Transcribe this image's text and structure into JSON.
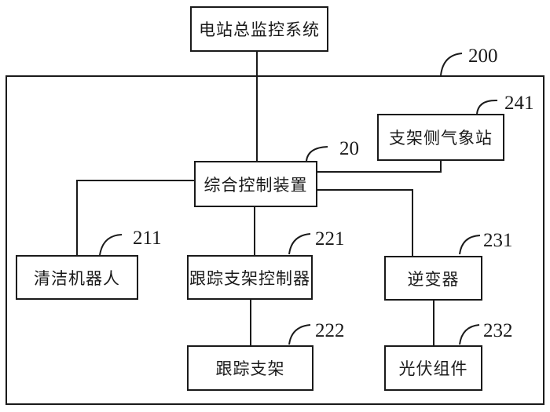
{
  "figure": {
    "type": "block-diagram",
    "description": "Photovoltaic power station monitoring system block diagram",
    "colors": {
      "line": "#1a1a1a",
      "background": "#ffffff"
    },
    "outer_group_ref": "200",
    "nodes": {
      "monitor": {
        "label": "电站总监控系统"
      },
      "weather": {
        "label": "支架侧气象站",
        "ref": "241"
      },
      "control": {
        "label": "综合控制装置",
        "ref": "20"
      },
      "robot": {
        "label": "清洁机器人",
        "ref": "211"
      },
      "tracker_controller": {
        "label": "跟踪支架控制器",
        "ref": "221"
      },
      "inverter": {
        "label": "逆变器",
        "ref": "231"
      },
      "tracker": {
        "label": "跟踪支架",
        "ref": "222"
      },
      "pv_module": {
        "label": "光伏组件",
        "ref": "232"
      }
    },
    "connections": [
      "monitor - control",
      "control - robot",
      "control - weather",
      "control - inverter",
      "control - tracker_controller",
      "tracker_controller - tracker",
      "inverter - pv_module"
    ]
  }
}
